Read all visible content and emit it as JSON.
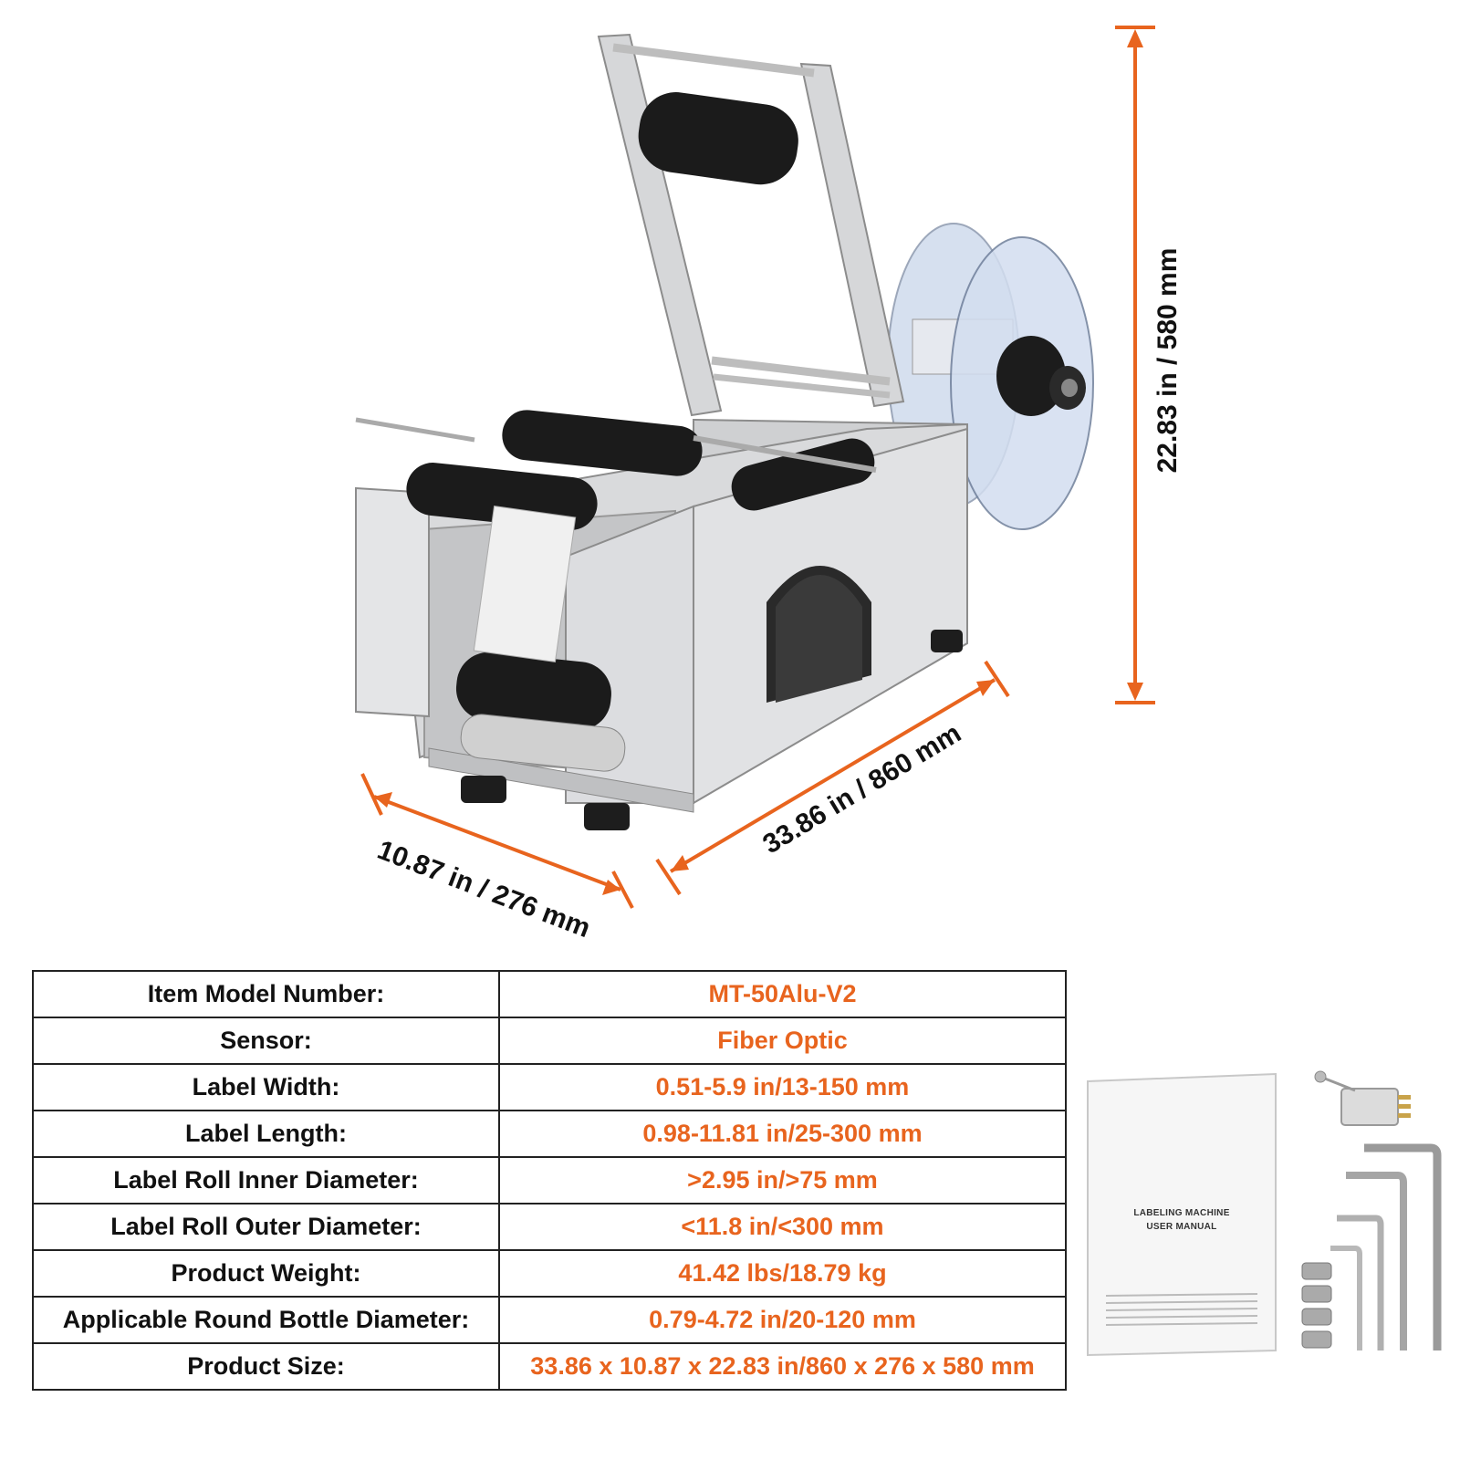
{
  "colors": {
    "accent": "#e8641e",
    "text": "#111111",
    "border": "#222222",
    "machine_metal": "#d9dadc",
    "roller": "#1b1b1b"
  },
  "dimensions": {
    "height": "22.83 in / 580 mm",
    "length": "33.86 in / 860 mm",
    "width": "10.87 in / 276 mm"
  },
  "specs": [
    {
      "label": "Item Model Number:",
      "value": "MT-50Alu-V2"
    },
    {
      "label": "Sensor:",
      "value": "Fiber Optic"
    },
    {
      "label": "Label Width:",
      "value": "0.51-5.9 in/13-150 mm"
    },
    {
      "label": "Label Length:",
      "value": "0.98-11.81 in/25-300 mm"
    },
    {
      "label": "Label Roll Inner Diameter:",
      "value": ">2.95 in/>75 mm"
    },
    {
      "label": "Label Roll Outer Diameter:",
      "value": "<11.8 in/<300 mm"
    },
    {
      "label": "Product Weight:",
      "value": "41.42 lbs/18.79 kg"
    },
    {
      "label": "Applicable Round Bottle Diameter:",
      "value": "0.79-4.72 in/20-120 mm"
    },
    {
      "label": "Product Size:",
      "value": "33.86 x 10.87 x 22.83 in/860 x 276 x 580 mm"
    }
  ],
  "accessories": {
    "manual_title_line1": "LABELING MACHINE",
    "manual_title_line2": "USER MANUAL"
  }
}
